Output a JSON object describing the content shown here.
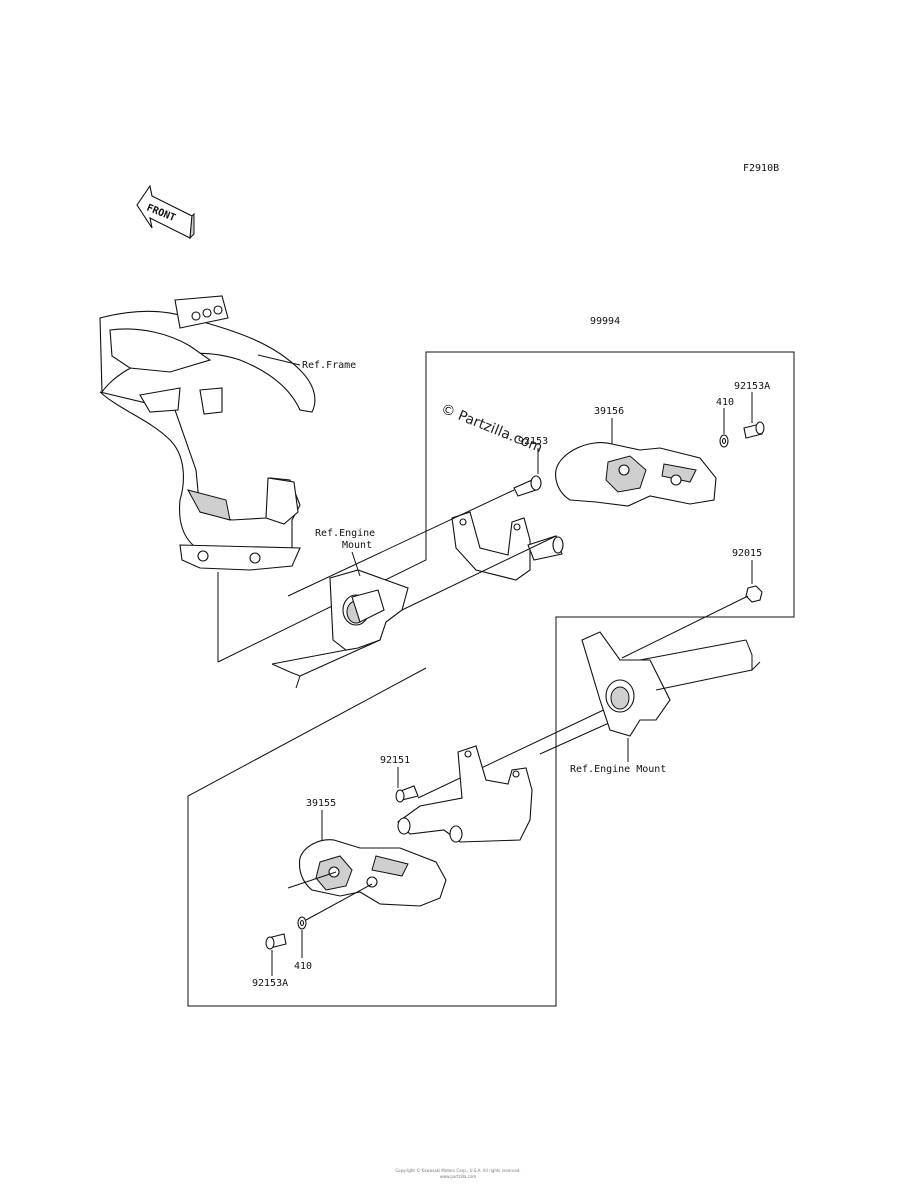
{
  "diagram_code": "F2910B",
  "front_label": "FRONT",
  "kit_part": "99994",
  "watermark": "© Partzilla.com",
  "callouts": {
    "ref_frame": "Ref.Frame",
    "ref_engine_mount_upper_line1": "Ref.Engine",
    "ref_engine_mount_upper_line2": "Mount",
    "ref_engine_mount_lower": "Ref.Engine Mount",
    "p92153_upper": "92153",
    "p39156": "39156",
    "p410_upper": "410",
    "p92153A_upper": "92153A",
    "p92015": "92015",
    "p92151": "92151",
    "p39155": "39155",
    "p410_lower": "410",
    "p92153A_lower": "92153A"
  },
  "footer": {
    "line1": "Copyright © Kawasaki Motors Corp., U.S.A. All rights reserved.",
    "line2": "www.partzilla.com"
  }
}
